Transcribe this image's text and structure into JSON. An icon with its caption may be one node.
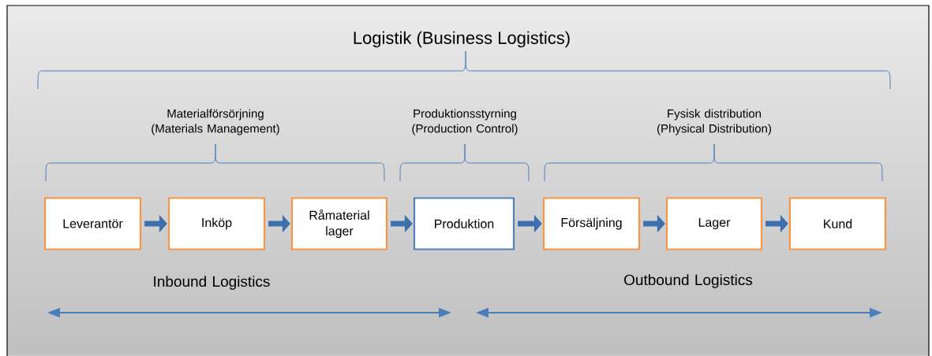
{
  "diagram": {
    "title": "Logistik (Business Logistics)",
    "nodes": [
      {
        "text": [
          "Leverantör"
        ]
      },
      {
        "text": [
          "Inköp"
        ]
      },
      {
        "text": [
          "Råmaterial lager"
        ]
      },
      {
        "text": [
          "Produktion"
        ]
      },
      {
        "text": [
          "Försäljning"
        ]
      },
      {
        "text": [
          "Lager"
        ]
      },
      {
        "text": [
          "Kund"
        ]
      }
    ],
    "edges": [
      {
        "from": 0,
        "to": 1,
        "arrow": "to"
      },
      {
        "from": 1,
        "to": 2,
        "arrow": "to"
      },
      {
        "from": 2,
        "to": 3,
        "arrow": "to"
      },
      {
        "from": 3,
        "to": 4,
        "arrow": "to"
      },
      {
        "from": 4,
        "to": 5,
        "arrow": "to"
      },
      {
        "from": 5,
        "to": 6,
        "arrow": "to"
      }
    ],
    "labels": [
      "Materialförsörjning (Materials Management)",
      "Produktionsstyrning (Production Control)",
      "Fysisk distribution (Physical Distribution)",
      "Inbound Logistics",
      "Outbound Logistics"
    ]
  }
}
